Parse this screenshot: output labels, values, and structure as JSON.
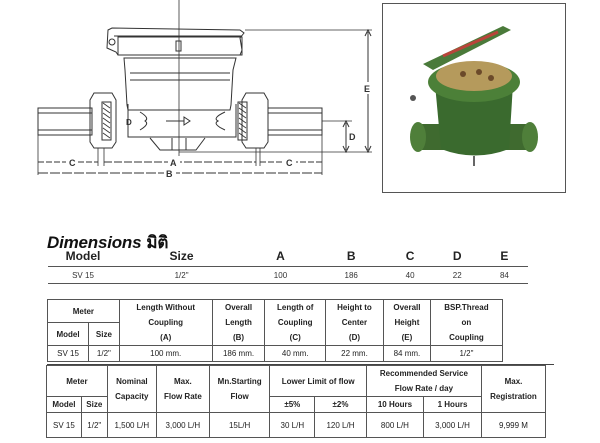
{
  "drawing": {
    "labels": {
      "a": "A",
      "b": "B",
      "c_left": "C",
      "c_right": "C",
      "d_inner": "D",
      "d_right": "D",
      "e": "E"
    }
  },
  "photo": {
    "alt": "green-water-meter-photo"
  },
  "dimensions": {
    "title": "Dimensions",
    "title_thai": "มิติ",
    "headers": [
      "Model",
      "Size",
      "A",
      "B",
      "C",
      "D",
      "E"
    ],
    "rows": [
      [
        "SV 15",
        "1/2\"",
        "100",
        "186",
        "40",
        "22",
        "84"
      ]
    ]
  },
  "spec_table_1": {
    "meter_header": "Meter",
    "model_header": "Model",
    "size_header": "Size",
    "col_a": [
      "Length Without",
      "Coupling",
      "(A)"
    ],
    "col_b": [
      "Overall",
      "Length",
      "(B)"
    ],
    "col_c": [
      "Length of",
      "Coupling",
      "(C)"
    ],
    "col_d": [
      "Height to",
      "Center",
      "(D)"
    ],
    "col_e": [
      "Overall",
      "Height",
      "(E)"
    ],
    "col_f": [
      "BSP.Thread",
      "on",
      "Coupling"
    ],
    "row": {
      "model": "SV 15",
      "size": "1/2\"",
      "a": "100 mm.",
      "b": "186 mm.",
      "c": "40 mm.",
      "d": "22 mm.",
      "e": "84 mm.",
      "thread": "1/2\""
    }
  },
  "spec_table_2": {
    "meter_header": "Meter",
    "model_header": "Model",
    "size_header": "Size",
    "nominal": [
      "Nominal",
      "Capacity"
    ],
    "max_flow": [
      "Max.",
      "Flow Rate"
    ],
    "min_start": [
      "Mn.Starting",
      "Flow"
    ],
    "lower_limit": "Lower Limit of flow",
    "pm5": "±5%",
    "pm2": "±2%",
    "recommended": [
      "Recommended Service",
      "Flow Rate / day"
    ],
    "h10": "10 Hours",
    "h1": "1 Hours",
    "max_reg": [
      "Max.",
      "Registration"
    ],
    "row": {
      "model": "SV 15",
      "size": "1/2\"",
      "nominal": "1,500 L/H",
      "max_flow": "3,000 L/H",
      "min_start": "15L/H",
      "pm5": "30 L/H",
      "pm2": "120 L/H",
      "h10": "800 L/H",
      "h1": "3,000 L/H",
      "max_reg": "9,999 M"
    }
  }
}
